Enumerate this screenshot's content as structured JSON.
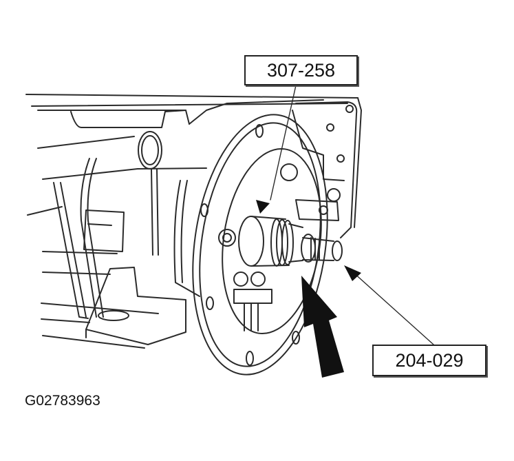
{
  "figure": {
    "description": "Transmission case with pump assembly; special tools installed on input shaft",
    "figure_id": "G02783963",
    "callouts": [
      {
        "label": "307-258",
        "points_to": "tool on pump/stator support (upper arrow)"
      },
      {
        "label": "204-029",
        "points_to": "tool on input shaft end"
      }
    ],
    "arrows": [
      {
        "name": "direction-arrow",
        "style": "large-black-block-arrow",
        "direction": "up-left"
      }
    ],
    "colors": {
      "line": "#222222",
      "background": "#ffffff"
    }
  }
}
